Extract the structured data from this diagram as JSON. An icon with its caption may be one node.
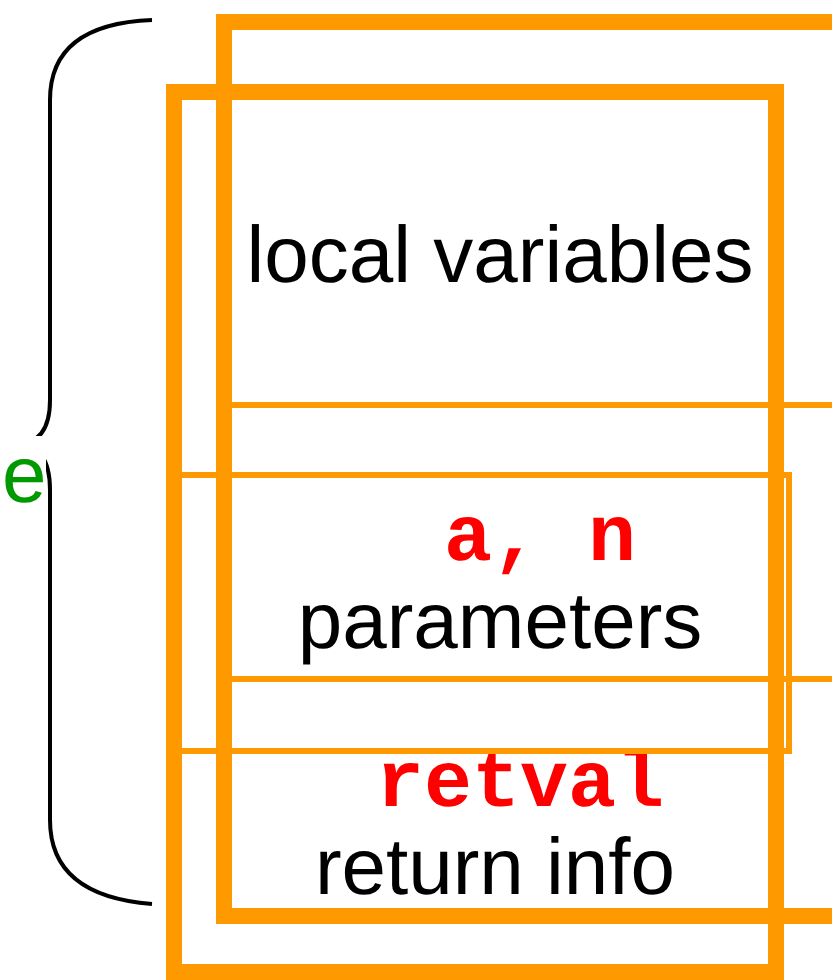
{
  "diagram": {
    "nodes": [
      {
        "text": [],
        "shape": "box"
      },
      {
        "text": [],
        "shape": "box"
      },
      {
        "text": [
          "local variables"
        ],
        "in": 1
      },
      {
        "text": [
          "a, n",
          "parameters"
        ],
        "in": 1
      },
      {
        "text": [
          "retval",
          "return info"
        ],
        "in": 1
      }
    ],
    "labels": [
      "e"
    ]
  }
}
